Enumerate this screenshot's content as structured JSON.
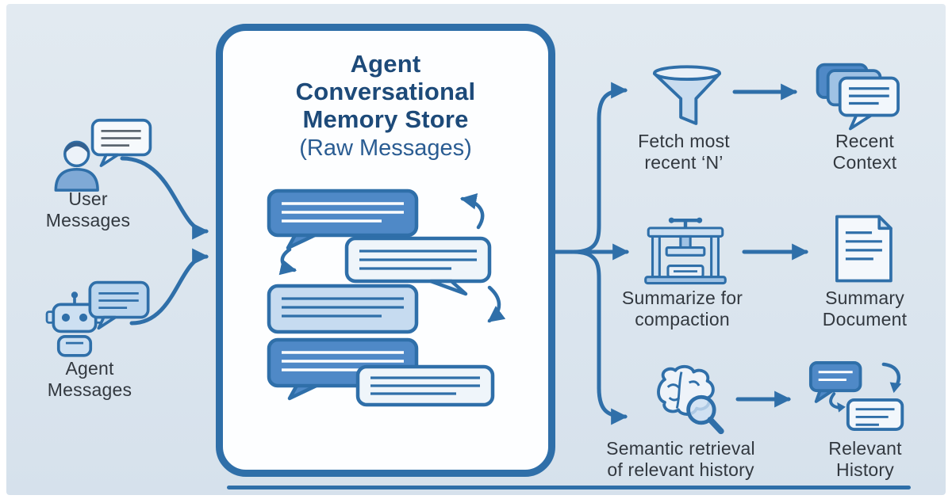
{
  "colors": {
    "background": "#dbe5ee",
    "accent_stroke": "#2f6fa9",
    "title_text": "#1d4a79",
    "subtitle_text": "#2a5c92",
    "label_text": "#32383f",
    "bubble_blue": "#4f89c7",
    "bubble_light": "#eff5fa",
    "bubble_midblue": "#c6dbf0",
    "icon_fill": "#cde0f2"
  },
  "store": {
    "title": "Agent\nConversational\nMemory Store",
    "subtitle": "(Raw Messages)"
  },
  "inputs": [
    {
      "label": "User\nMessages"
    },
    {
      "label": "Agent\nMessages"
    }
  ],
  "branches": [
    {
      "process": "Fetch most\nrecent ‘N’",
      "output": "Recent\nContext"
    },
    {
      "process": "Summarize for\ncompaction",
      "output": "Summary\nDocument"
    },
    {
      "process": "Semantic retrieval\nof relevant history",
      "output": "Relevant\nHistory"
    }
  ]
}
